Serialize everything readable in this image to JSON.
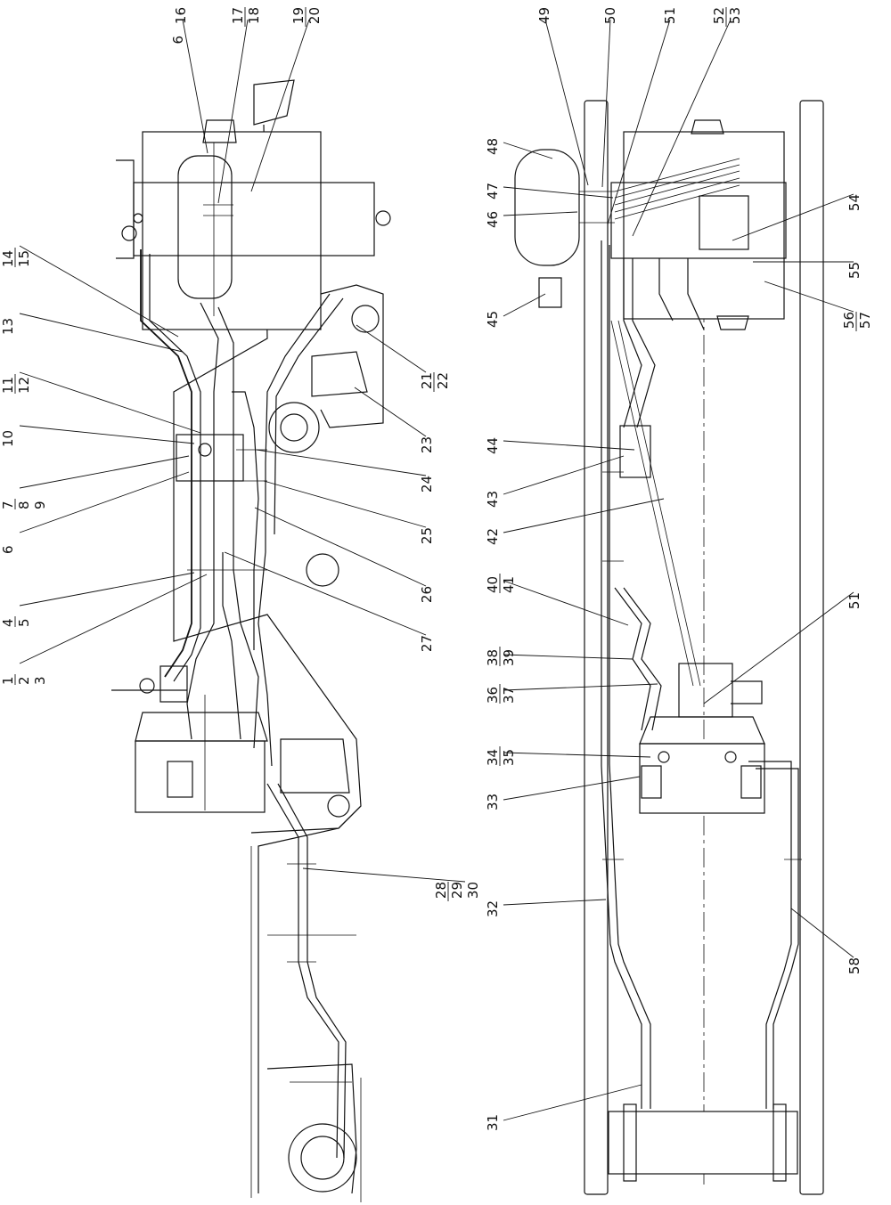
{
  "left_view": {
    "callouts": [
      {
        "id": "c1",
        "lines": [
          "1",
          "2",
          "3"
        ]
      },
      {
        "id": "c4",
        "lines": [
          "4",
          "5"
        ]
      },
      {
        "id": "c6",
        "lines": [
          "6"
        ]
      },
      {
        "id": "c7",
        "lines": [
          "7",
          "8",
          "9"
        ]
      },
      {
        "id": "c10",
        "lines": [
          "10"
        ]
      },
      {
        "id": "c11",
        "lines": [
          "11",
          "12"
        ]
      },
      {
        "id": "c13",
        "lines": [
          "13"
        ]
      },
      {
        "id": "c14",
        "lines": [
          "14",
          "15"
        ]
      },
      {
        "id": "c16",
        "lines": [
          "16"
        ]
      },
      {
        "id": "c17",
        "lines": [
          "17",
          "18"
        ]
      },
      {
        "id": "c19",
        "lines": [
          "19",
          "20"
        ]
      },
      {
        "id": "c21",
        "lines": [
          "21",
          "22"
        ]
      },
      {
        "id": "c23",
        "lines": [
          "23"
        ]
      },
      {
        "id": "c24",
        "lines": [
          "24"
        ]
      },
      {
        "id": "c25",
        "lines": [
          "25"
        ]
      },
      {
        "id": "c26",
        "lines": [
          "26"
        ]
      },
      {
        "id": "c27",
        "lines": [
          "27"
        ]
      },
      {
        "id": "c28",
        "lines": [
          "28",
          "29",
          "30"
        ]
      }
    ]
  },
  "right_view": {
    "callouts": [
      {
        "id": "c31",
        "lines": [
          "31"
        ]
      },
      {
        "id": "c32",
        "lines": [
          "32"
        ]
      },
      {
        "id": "c33",
        "lines": [
          "33"
        ]
      },
      {
        "id": "c34",
        "lines": [
          "34",
          "35"
        ]
      },
      {
        "id": "c36",
        "lines": [
          "36",
          "37"
        ]
      },
      {
        "id": "c38",
        "lines": [
          "38",
          "39"
        ]
      },
      {
        "id": "c40",
        "lines": [
          "40",
          "41"
        ]
      },
      {
        "id": "c42",
        "lines": [
          "42"
        ]
      },
      {
        "id": "c43",
        "lines": [
          "43"
        ]
      },
      {
        "id": "c44",
        "lines": [
          "44"
        ]
      },
      {
        "id": "c45",
        "lines": [
          "45"
        ]
      },
      {
        "id": "c46",
        "lines": [
          "46"
        ]
      },
      {
        "id": "c47",
        "lines": [
          "47"
        ]
      },
      {
        "id": "c48",
        "lines": [
          "48"
        ]
      },
      {
        "id": "c49",
        "lines": [
          "49"
        ]
      },
      {
        "id": "c50",
        "lines": [
          "50"
        ]
      },
      {
        "id": "c51a",
        "lines": [
          "51"
        ]
      },
      {
        "id": "c51b",
        "lines": [
          "51"
        ]
      },
      {
        "id": "c52",
        "lines": [
          "52",
          "53"
        ]
      },
      {
        "id": "c54",
        "lines": [
          "54"
        ]
      },
      {
        "id": "c55",
        "lines": [
          "55"
        ]
      },
      {
        "id": "c56",
        "lines": [
          "56",
          "57"
        ]
      },
      {
        "id": "c58",
        "lines": [
          "58"
        ]
      }
    ]
  }
}
